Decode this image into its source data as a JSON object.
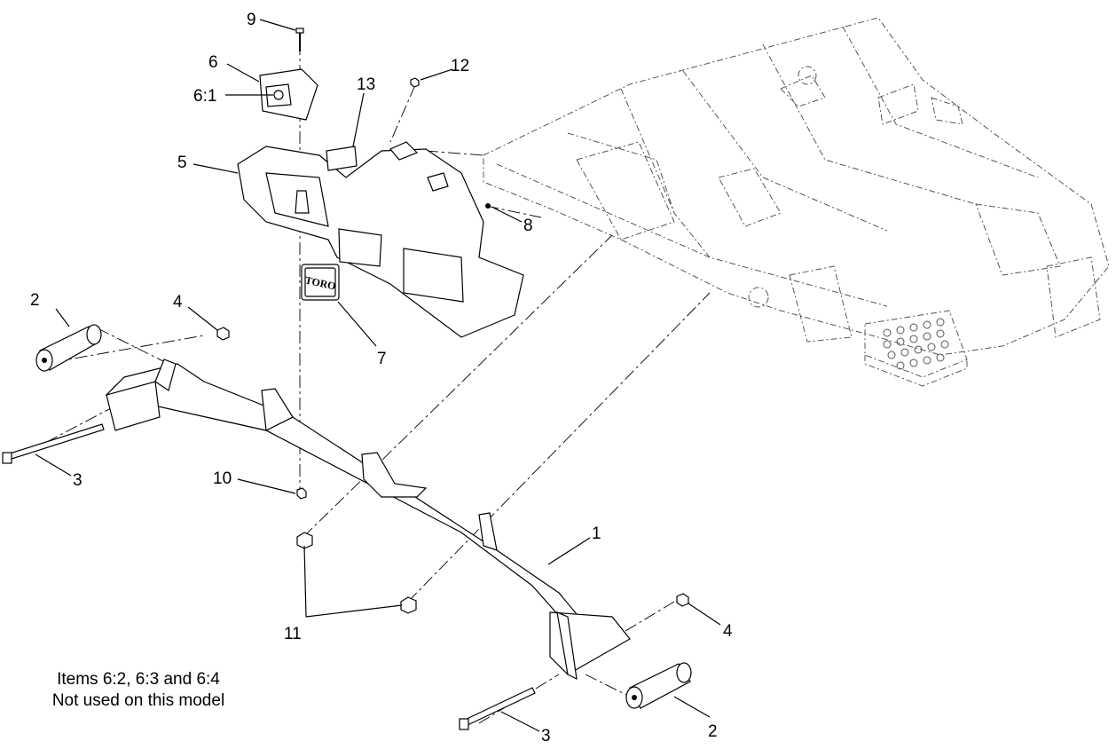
{
  "callouts": {
    "c1": "1",
    "c2a": "2",
    "c2b": "2",
    "c3a": "3",
    "c3b": "3",
    "c4a": "4",
    "c4b": "4",
    "c5": "5",
    "c6": "6",
    "c6_1": "6:1",
    "c7": "7",
    "c8": "8",
    "c9": "9",
    "c10": "10",
    "c11": "11",
    "c12": "12",
    "c13": "13"
  },
  "decal_text": "TORO",
  "note": {
    "line1": "Items 6:2, 6:3 and 6:4",
    "line2": "Not used on this model"
  }
}
